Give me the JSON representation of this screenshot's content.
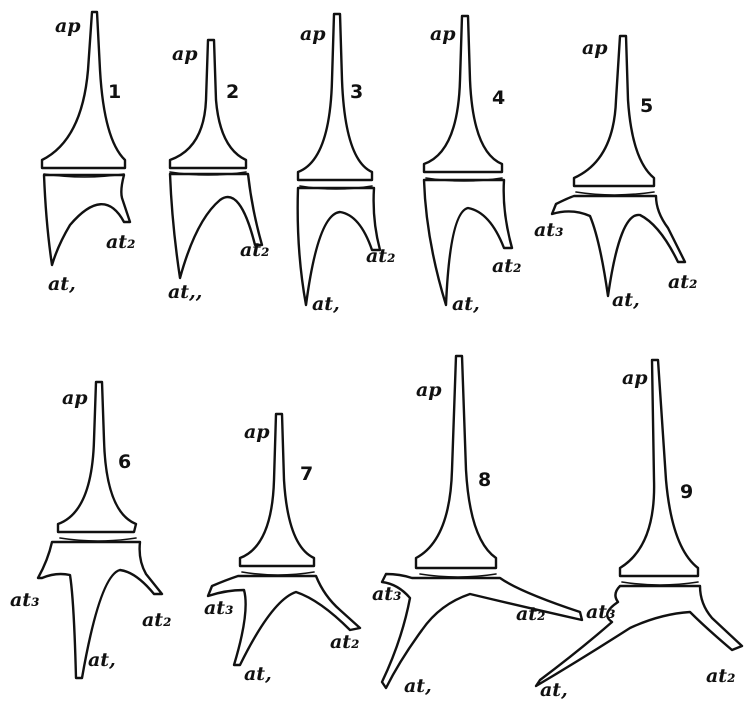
{
  "figures": [
    {
      "number": "1",
      "labels": {
        "ap": "ap",
        "at1": "at,",
        "at2": "at₂"
      }
    },
    {
      "number": "2",
      "labels": {
        "ap": "ap",
        "at1": "at,,",
        "at2": "at₂"
      }
    },
    {
      "number": "3",
      "labels": {
        "ap": "ap",
        "at1": "at,",
        "at2": "at₂"
      }
    },
    {
      "number": "4",
      "labels": {
        "ap": "ap",
        "at1": "at,",
        "at2": "at₂"
      }
    },
    {
      "number": "5",
      "labels": {
        "ap": "ap",
        "at1": "at,",
        "at2": "at₂",
        "at3": "at₃"
      }
    },
    {
      "number": "6",
      "labels": {
        "ap": "ap",
        "at1": "at,",
        "at2": "at₂",
        "at3": "at₃"
      }
    },
    {
      "number": "7",
      "labels": {
        "ap": "ap",
        "at1": "at,",
        "at2": "at₂",
        "at3": "at₃"
      }
    },
    {
      "number": "8",
      "labels": {
        "ap": "ap",
        "at1": "at,",
        "at2": "at₂",
        "at3": "at₃"
      }
    },
    {
      "number": "9",
      "labels": {
        "ap": "ap",
        "at1": "at,",
        "at2": "at₂",
        "at3": "at₃"
      }
    }
  ]
}
